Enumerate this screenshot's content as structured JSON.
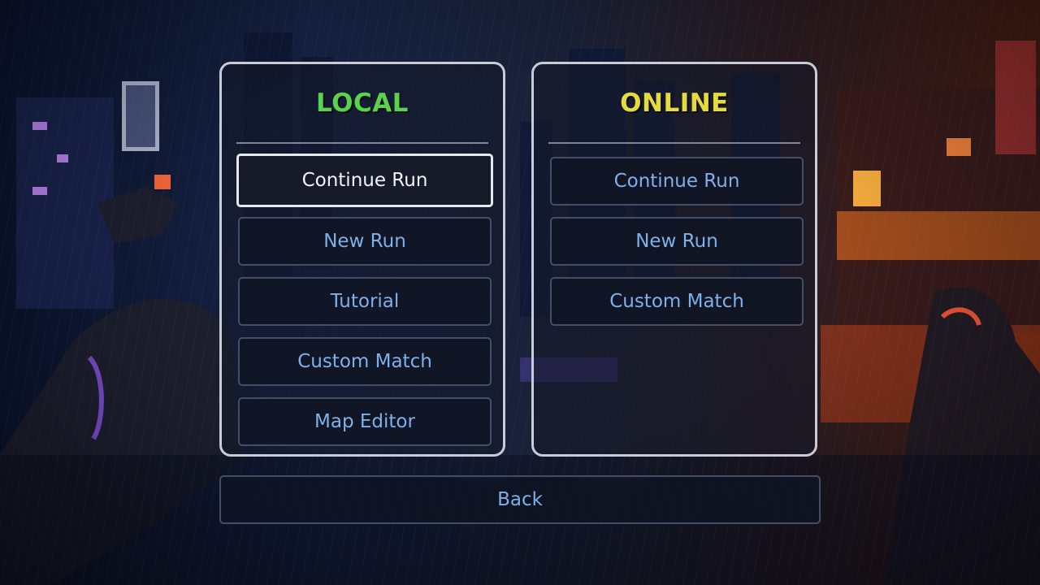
{
  "local": {
    "title": "LOCAL",
    "title_color": "#5ad24f",
    "buttons": [
      {
        "label": "Continue Run",
        "selected": true
      },
      {
        "label": "New Run",
        "selected": false
      },
      {
        "label": "Tutorial",
        "selected": false
      },
      {
        "label": "Custom Match",
        "selected": false
      },
      {
        "label": "Map Editor",
        "selected": false
      }
    ]
  },
  "online": {
    "title": "ONLINE",
    "title_color": "#e4dc3e",
    "buttons": [
      {
        "label": "Continue Run",
        "selected": false
      },
      {
        "label": "New Run",
        "selected": false
      },
      {
        "label": "Custom Match",
        "selected": false
      }
    ]
  },
  "back": {
    "label": "Back"
  },
  "colors": {
    "button_text": "#7fb0ea",
    "selected_text": "#f2f4f8",
    "panel_border": "#c9ccd6"
  }
}
